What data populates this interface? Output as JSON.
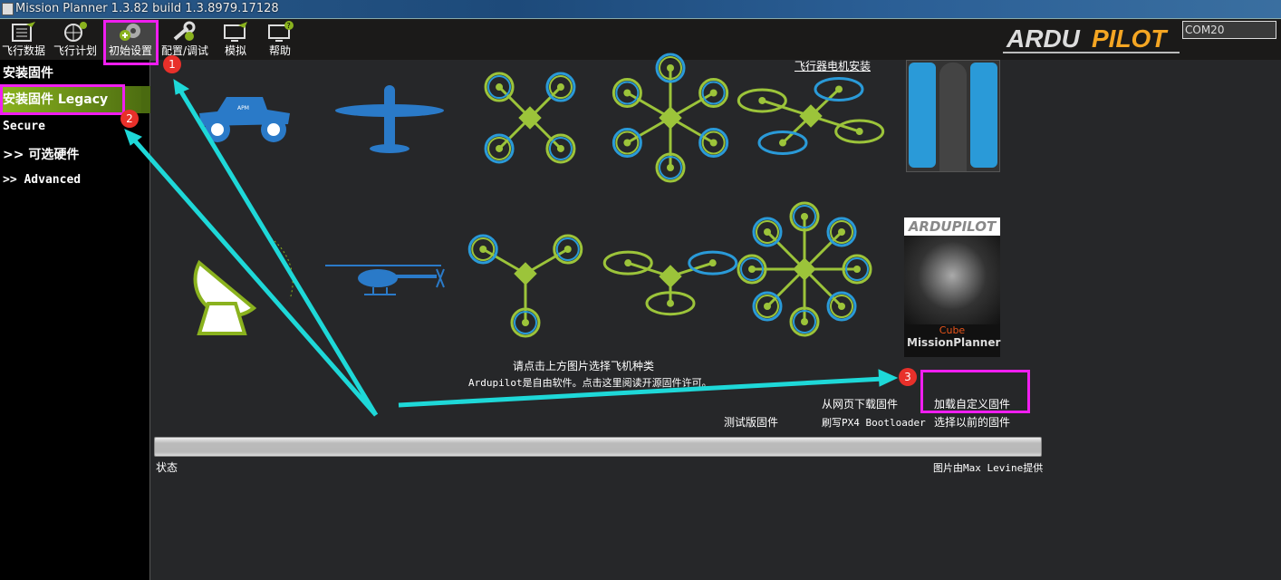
{
  "window": {
    "title": "Mission Planner 1.3.82 build 1.3.8979.17128"
  },
  "toolbar": {
    "items": [
      {
        "label": "飞行数据",
        "icon": "flight-data-icon"
      },
      {
        "label": "飞行计划",
        "icon": "flight-plan-icon"
      },
      {
        "label": "初始设置",
        "icon": "initial-setup-icon"
      },
      {
        "label": "配置/调试",
        "icon": "config-tuning-icon"
      },
      {
        "label": "模拟",
        "icon": "simulation-icon"
      },
      {
        "label": "帮助",
        "icon": "help-icon"
      }
    ],
    "logo": "ARDUPILOT",
    "port": "COM20"
  },
  "sidebar": {
    "header": "安装固件",
    "items": [
      {
        "label": "安装固件 Legacy"
      },
      {
        "label": "Secure"
      },
      {
        "label": ">> 可选硬件"
      },
      {
        "label": ">> Advanced"
      }
    ]
  },
  "main": {
    "motor_setup_link": "飞行器电机安装",
    "instruction": "请点击上方图片选择飞机种类",
    "license": "Ardupilot是自由软件。点击这里阅读开源固件许可。",
    "download_web": "从网页下载固件",
    "load_custom": "加载自定义固件",
    "beta": "测试版固件",
    "flash_bootloader": "刷写PX4 Bootloader",
    "previous": "选择以前的固件",
    "status": "状态",
    "credit": "图片由Max Levine提供",
    "progress": 0,
    "cube_caption": "Cube",
    "cube_logo": "ARDUPILOT",
    "cube_footer": "MissionPlanner"
  },
  "annotations": [
    "1",
    "2",
    "3"
  ],
  "colors": {
    "highlight": "#f01ef0",
    "arrow": "#1ed8d8",
    "badge": "#e8302a",
    "green": "#9cc43a",
    "blue": "#2a9ad8"
  }
}
